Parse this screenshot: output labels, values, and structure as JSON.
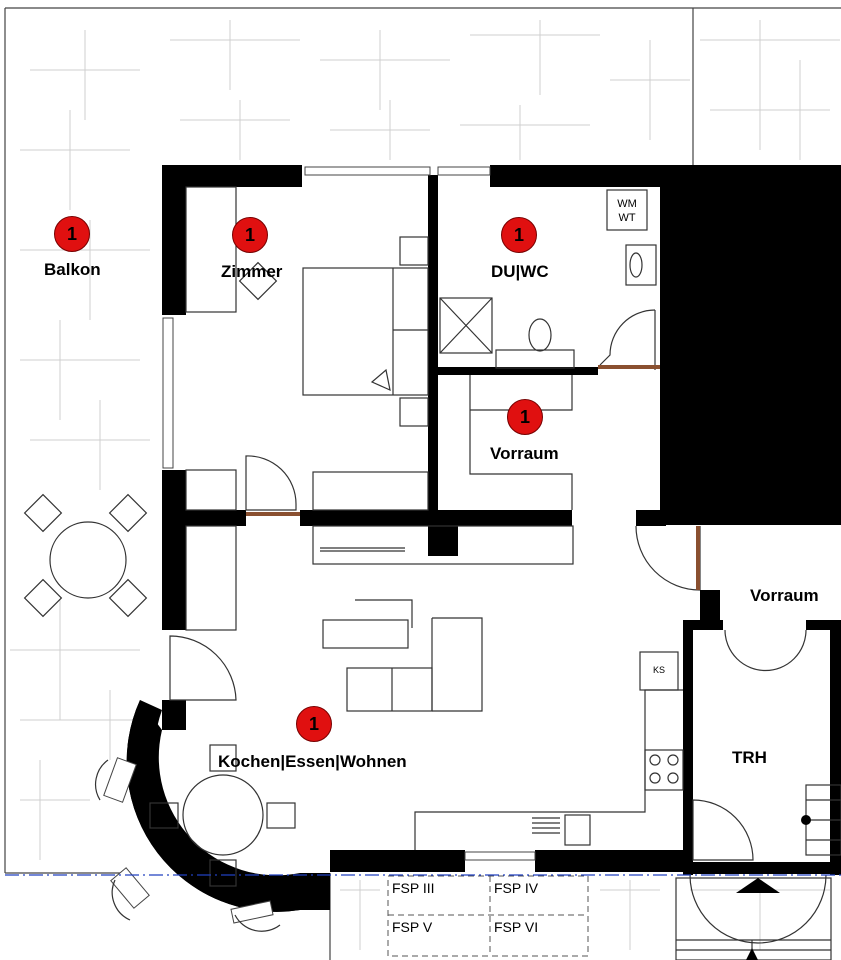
{
  "rooms": {
    "balkon": {
      "label": "Balkon",
      "marker": "1"
    },
    "zimmer": {
      "label": "Zimmer",
      "marker": "1"
    },
    "duwc": {
      "label": "DU|WC",
      "marker": "1"
    },
    "vorraum_inner": {
      "label": "Vorraum",
      "marker": "1"
    },
    "vorraum_outer": {
      "label": "Vorraum"
    },
    "trh": {
      "label": "TRH"
    },
    "kochen": {
      "label": "Kochen|Essen|Wohnen",
      "marker": "1"
    }
  },
  "fixtures": {
    "wm": "WM",
    "wt": "WT",
    "ks": "KS"
  },
  "parking": [
    "FSP III",
    "FSP IV",
    "FSP V",
    "FSP VI"
  ],
  "colors": {
    "marker": "#e01010",
    "wall": "#000000",
    "line": "#333333",
    "hatch": "#c8c8c8"
  }
}
